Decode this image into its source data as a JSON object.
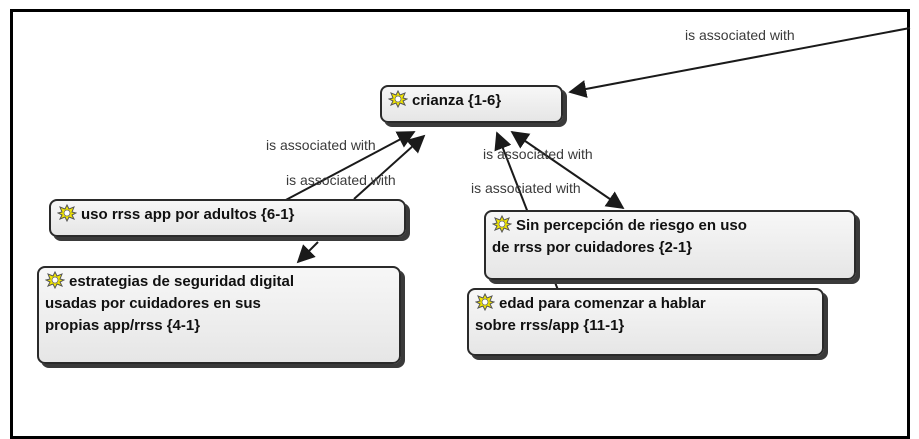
{
  "nodes": {
    "crianza": {
      "label": "crianza {1-6}",
      "icon": "code-sun-icon"
    },
    "uso_rrss": {
      "label": "uso rrss app por adultos {6-1}",
      "icon": "code-sun-icon"
    },
    "estrategias": {
      "label": "estrategias de seguridad digital\nusadas por cuidadores en sus\npropias app/rrss {4-1}",
      "icon": "code-sun-icon"
    },
    "sin_percepcion": {
      "label": "Sin percepción de riesgo  en uso\nde rrss por cuidadores {2-1}",
      "icon": "code-sun-icon"
    },
    "edad": {
      "label": "edad para comenzar a hablar\nsobre rrss/app {11-1}",
      "icon": "code-sun-icon"
    }
  },
  "edge_labels": {
    "top_right": "is associated with",
    "left_1": "is associated with",
    "left_2": "is associated with",
    "right_1": "is associated with",
    "right_2": "is associated with"
  },
  "colors": {
    "node_border": "#2a2a2a",
    "icon_yellow": "#f2e600",
    "edge": "#1a1a1a"
  }
}
